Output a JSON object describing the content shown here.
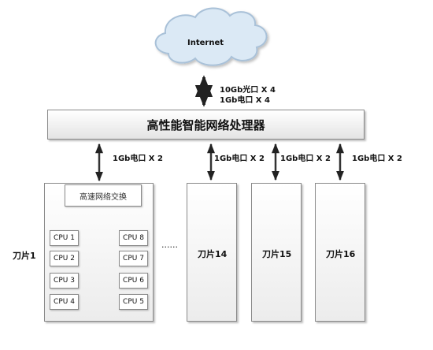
{
  "internet": {
    "label": "Internet"
  },
  "uplink": {
    "line1": "10Gb光口 X 4",
    "line2": "1Gb电口 X 4"
  },
  "processor": {
    "label": "高性能智能网络处理器"
  },
  "links": {
    "blade1": "1Gb电口 X 2",
    "blade14": "1Gb电口 X 2",
    "blade15": "1Gb电口 X 2",
    "blade16": "1Gb电口 X 2"
  },
  "blade1": {
    "label": "刀片1",
    "switch_label": "高速网络交换",
    "cpus_left": [
      "CPU 1",
      "CPU 2",
      "CPU 3",
      "CPU 4"
    ],
    "cpus_right": [
      "CPU 8",
      "CPU 7",
      "CPU 6",
      "CPU 5"
    ]
  },
  "ellipsis": "......",
  "blades": [
    {
      "label": "刀片14"
    },
    {
      "label": "刀片15"
    },
    {
      "label": "刀片16"
    }
  ]
}
